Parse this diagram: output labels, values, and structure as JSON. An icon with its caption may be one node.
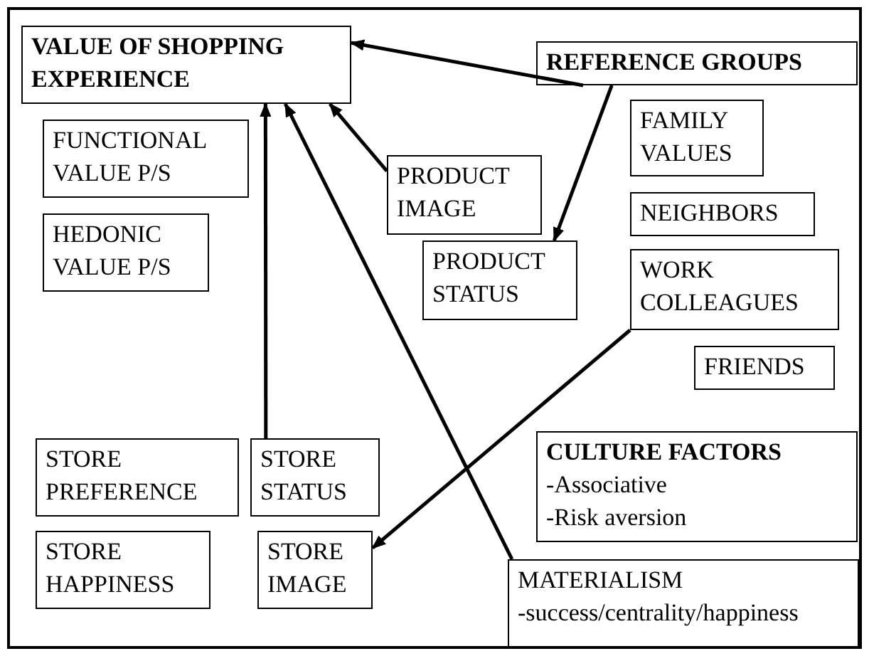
{
  "diagram": {
    "nodes": [
      {
        "text": [
          "VALUE OF SHOPPING EXPERIENCE"
        ]
      },
      {
        "text": [
          "FUNCTIONAL VALUE P/S"
        ]
      },
      {
        "text": [
          "HEDONIC VALUE P/S"
        ]
      },
      {
        "text": [
          "PRODUCT IMAGE"
        ]
      },
      {
        "text": [
          "PRODUCT STATUS"
        ]
      },
      {
        "text": [
          "REFERENCE GROUPS"
        ]
      },
      {
        "text": [
          "FAMILY VALUES"
        ]
      },
      {
        "text": [
          "NEIGHBORS"
        ]
      },
      {
        "text": [
          "WORK COLLEAGUES"
        ]
      },
      {
        "text": [
          "FRIENDS"
        ]
      },
      {
        "text": [
          "STORE PREFERENCE"
        ]
      },
      {
        "text": [
          "STORE STATUS"
        ]
      },
      {
        "text": [
          "STORE HAPPINESS"
        ]
      },
      {
        "text": [
          "STORE IMAGE"
        ]
      },
      {
        "text": [
          "CULTURE FACTORS",
          "-Associative",
          "-Risk aversion"
        ]
      },
      {
        "text": [
          "MATERIALISM",
          "-success/centrality/happiness"
        ]
      }
    ],
    "edges": [
      {
        "from": 5,
        "to": 0,
        "arrow": "to"
      },
      {
        "from": 5,
        "to": 4,
        "arrow": "to"
      },
      {
        "from": 3,
        "to": 0,
        "arrow": "to"
      },
      {
        "from": 11,
        "to": 0,
        "arrow": "to"
      },
      {
        "from": 15,
        "to": 0,
        "arrow": "to"
      },
      {
        "from": 8,
        "to": 13,
        "arrow": "to"
      }
    ]
  }
}
